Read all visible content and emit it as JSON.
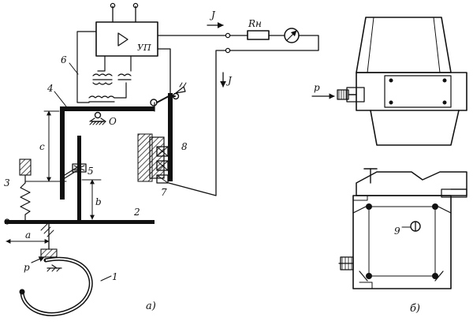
{
  "diagram": {
    "labels": {
      "amp": "УП",
      "current_top": "J",
      "current_side": "J",
      "load": "Rн",
      "n1": "1",
      "n2": "2",
      "n3": "3",
      "n4": "4",
      "n5": "5",
      "n6": "6",
      "n7": "7",
      "n8": "8",
      "n9": "9",
      "pivot": "O",
      "dim_a": "a",
      "dim_b": "b",
      "dim_c": "c",
      "pressure_left": "p",
      "pressure_right": "p",
      "caption_a": "a)",
      "caption_b": "б)"
    },
    "colors": {
      "ink": "#111111",
      "paper": "#ffffff",
      "hatch": "#222222"
    }
  }
}
